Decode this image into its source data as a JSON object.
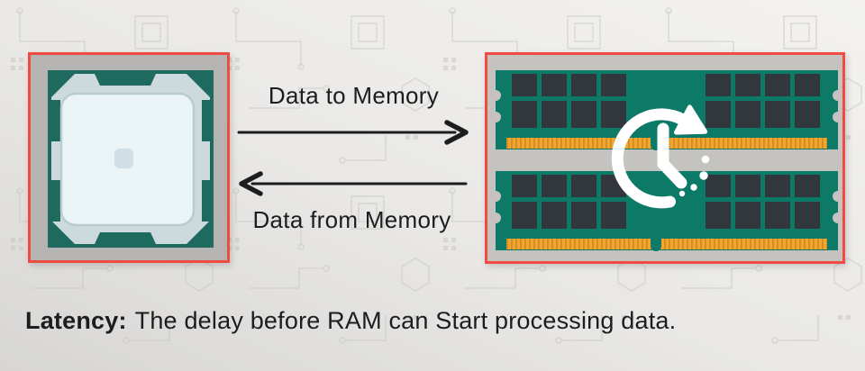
{
  "colors": {
    "accent-red": "#ee4b43",
    "panel-gray-cpu": "#b6b4b2",
    "panel-gray-ram": "#c4c3c0",
    "cpu-teal": "#1e6a5e",
    "pcb-green": "#0d7a68",
    "chip-dark": "#32363d",
    "gold": "#f4a52f",
    "gold-stripe": "#cf8c24",
    "socket-silver": "#ccdadd",
    "die-light": "#eaf3f6",
    "die-stroke": "#b7cbd1",
    "die-dot": "#cfdfe5",
    "icon-white": "#ffffff",
    "text-dark": "#1d1d1d",
    "trace": "#c9c8c5"
  },
  "labels": {
    "to_memory": "Data to Memory",
    "from_memory": "Data from Memory"
  },
  "caption": {
    "term": "Latency:",
    "definition": "The delay before RAM can Start processing data."
  },
  "icons": {
    "cpu": "cpu-chip",
    "ram": "ram-modules",
    "clock": "clock-refresh"
  }
}
